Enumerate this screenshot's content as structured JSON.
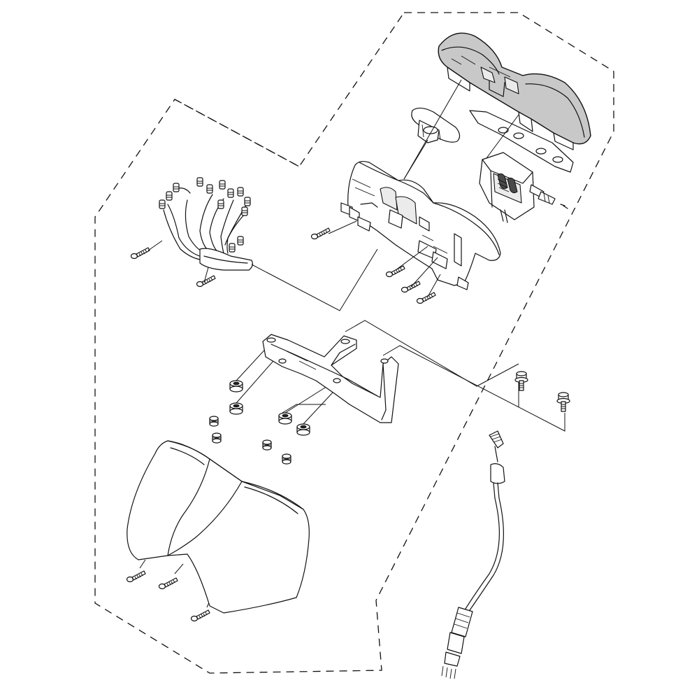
{
  "diagram": {
    "kind": "exploded-parts-diagram",
    "colors": {
      "line": "#111111",
      "background": "#ffffff",
      "meter_case_shade": "#c8c8c8",
      "light_shade": "#ebebeb"
    },
    "groups": [
      {
        "name": "meter-assembly-group",
        "outline": "dashed"
      },
      {
        "name": "wiring-harness-subgroup",
        "outline": "dashed"
      }
    ],
    "parts": [
      {
        "name": "meter-upper-case",
        "icon": "meter-case-icon"
      },
      {
        "name": "indicator-lens",
        "icon": "lens-icon"
      },
      {
        "name": "circuit-plate",
        "icon": "plate-icon"
      },
      {
        "name": "tachometer-movement",
        "icon": "gauge-movement-icon"
      },
      {
        "name": "meter-lower-case",
        "icon": "meter-case-icon"
      },
      {
        "name": "wiring-harness",
        "icon": "wire-harness-icon"
      },
      {
        "name": "meter-bracket",
        "icon": "bracket-icon"
      },
      {
        "name": "rubber-grommets",
        "icon": "grommet-icon"
      },
      {
        "name": "meter-cover",
        "icon": "cover-icon"
      },
      {
        "name": "flange-bolts",
        "icon": "bolt-icon"
      },
      {
        "name": "speedometer-cable",
        "icon": "cable-icon"
      },
      {
        "name": "screws",
        "icon": "screw-icon"
      }
    ]
  }
}
